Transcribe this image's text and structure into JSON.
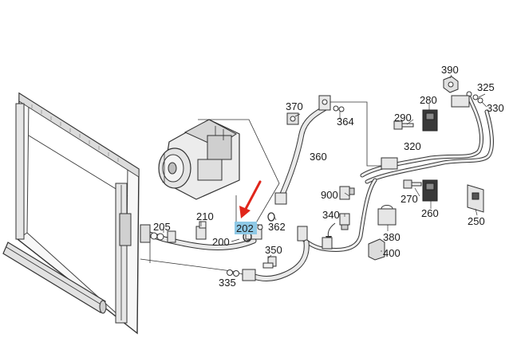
{
  "labels": {
    "p200": "200",
    "p202": "202",
    "p205": "205",
    "p210": "210",
    "p250": "250",
    "p260": "260",
    "p270": "270",
    "p280": "280",
    "p290": "290",
    "p320": "320",
    "p325": "325",
    "p330": "330",
    "p335": "335",
    "p340": "340",
    "p350": "350",
    "p360": "360",
    "p362": "362",
    "p364": "364",
    "p370": "370",
    "p380": "380",
    "p390": "390",
    "p400": "400",
    "p900": "900"
  },
  "highlight": {
    "part": "202",
    "color": "#8ec9e6",
    "arrow_color": "#e0261b"
  }
}
